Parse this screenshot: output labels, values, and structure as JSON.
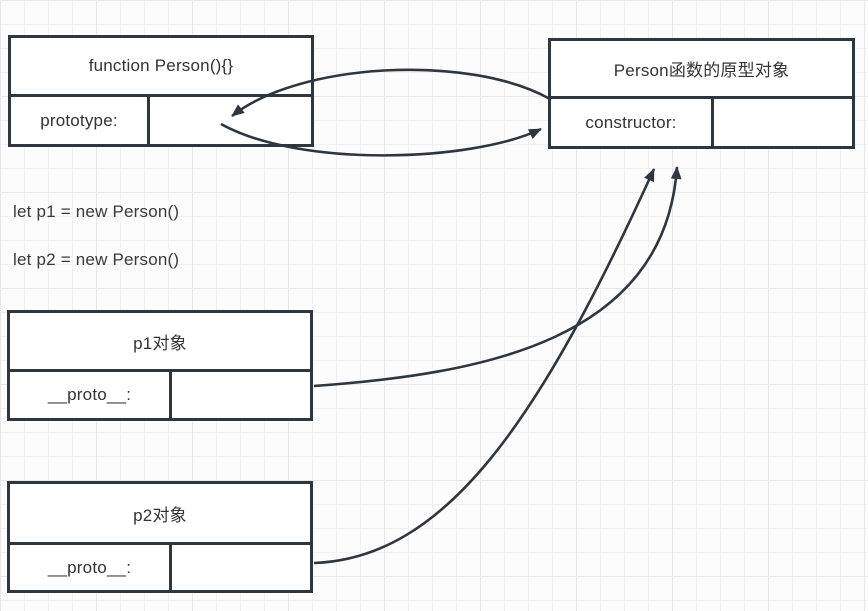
{
  "colors": {
    "stroke": "#2f363d",
    "text": "#333333",
    "box_fill": "#ffffff",
    "background": "#fcfcfc",
    "grid_minor": "#f1f1f1",
    "grid_major": "#e7e7e7"
  },
  "boxes": [
    {
      "title": "function Person(){}",
      "field_label": "prototype:",
      "field_value": ""
    },
    {
      "title": "Person函数的原型对象",
      "field_label": "constructor:",
      "field_value": ""
    },
    {
      "title": "p1对象",
      "field_label": "__proto__:",
      "field_value": ""
    },
    {
      "title": "p2对象",
      "field_label": "__proto__:",
      "field_value": ""
    }
  ],
  "code_lines": [
    "let p1 = new Person()",
    "let p2 = new Person()"
  ],
  "arrows": [
    {
      "from": "person-prototype-object",
      "to": "function-person-prototype-cell",
      "shape": "curved"
    },
    {
      "from": "function-person-prototype-cell",
      "to": "person-prototype-object-constructor-cell",
      "shape": "curved"
    },
    {
      "from": "p1-proto-cell",
      "to": "person-prototype-object",
      "shape": "curved"
    },
    {
      "from": "p2-proto-cell",
      "to": "person-prototype-object",
      "shape": "curved"
    }
  ]
}
